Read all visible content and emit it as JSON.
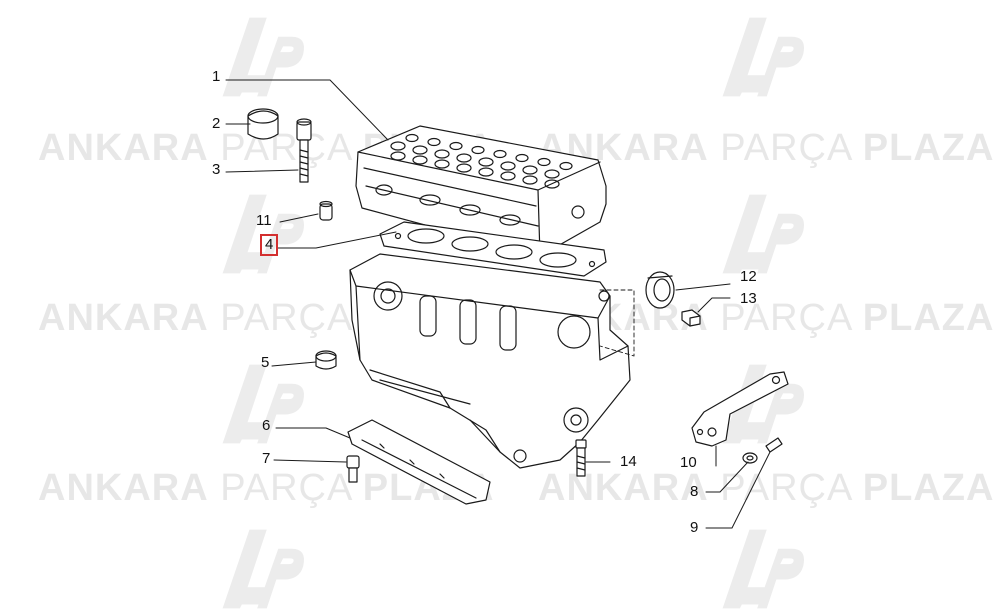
{
  "colors": {
    "watermark": "#e6e6e6",
    "line": "#1a1a1a",
    "highlight": "#d32f2f"
  },
  "watermark": {
    "brand_bold_1": "ANKARA",
    "brand_light": "PARÇA",
    "brand_bold_2": "PLAZA",
    "logo_icon": "ap-logo-icon"
  },
  "callouts": {
    "c1": "1",
    "c2": "2",
    "c3": "3",
    "c4": "4",
    "c5": "5",
    "c6": "6",
    "c7": "7",
    "c8": "8",
    "c9": "9",
    "c10": "10",
    "c11": "11",
    "c12": "12",
    "c13": "13",
    "c14": "14"
  },
  "selected_callout": "4"
}
